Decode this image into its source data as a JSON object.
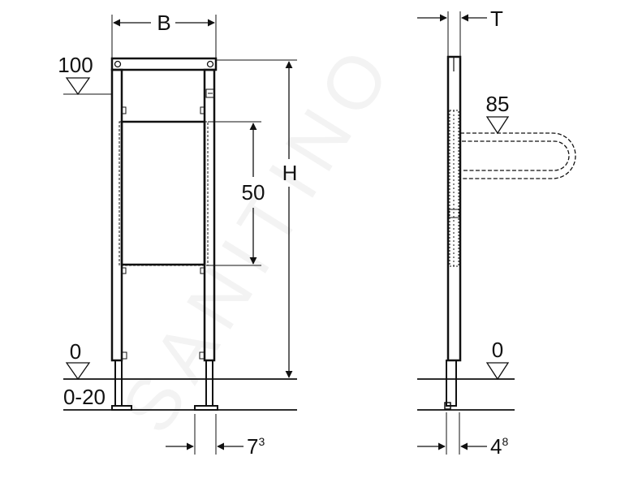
{
  "labels": {
    "width": "B",
    "height": "H",
    "depth": "T",
    "top_level": "100",
    "zero_left": "0",
    "adjust_range": "0-20",
    "cutout_height": "50",
    "pipe_level": "85",
    "zero_right": "0",
    "foot_front_base": "7",
    "foot_front_exp": "3",
    "foot_side_base": "4",
    "foot_side_exp": "8"
  },
  "watermark": "SANITINO"
}
